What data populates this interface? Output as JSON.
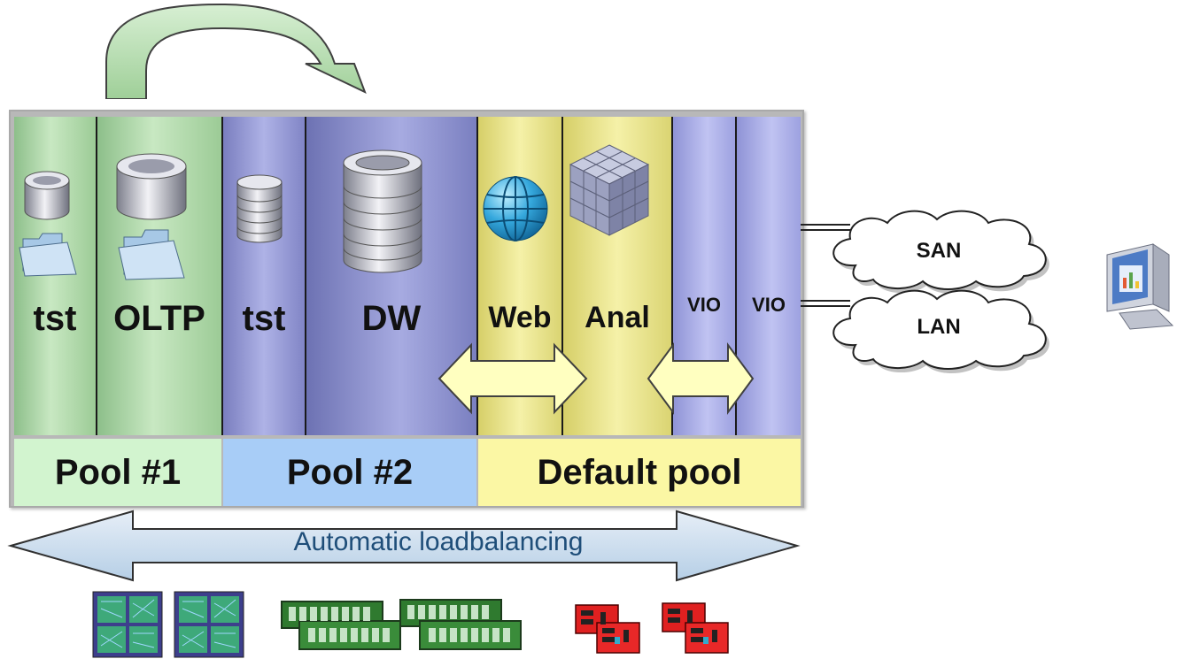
{
  "partitions": [
    {
      "label": "tst"
    },
    {
      "label": "OLTP"
    },
    {
      "label": "tst"
    },
    {
      "label": "DW"
    },
    {
      "label": "Web"
    },
    {
      "label": "Anal"
    },
    {
      "label": "VIO"
    },
    {
      "label": "VIO"
    }
  ],
  "pools": [
    {
      "label": "Pool #1",
      "color": "#d2f4cf"
    },
    {
      "label": "Pool #2",
      "color": "#a8cdf7"
    },
    {
      "label": "Default pool",
      "color": "#fbf7a4"
    }
  ],
  "clouds": {
    "san": "SAN",
    "lan": "LAN"
  },
  "loadbalancing_label": "Automatic loadbalancing",
  "colors": {
    "green_column": "#c8e8c2",
    "blue_column": "#aeb2e6",
    "yellow_column": "#f5f1a8",
    "move_arrow": "#b9ddb5",
    "migration_arrow": "#ffffc0",
    "lb_arrow": "#c9dcee"
  },
  "icons": [
    "database-icon",
    "folder-icon",
    "globe-icon",
    "cube-icon",
    "monitor-icon",
    "cpu-chip-icon",
    "memory-module-icon",
    "network-card-icon"
  ]
}
